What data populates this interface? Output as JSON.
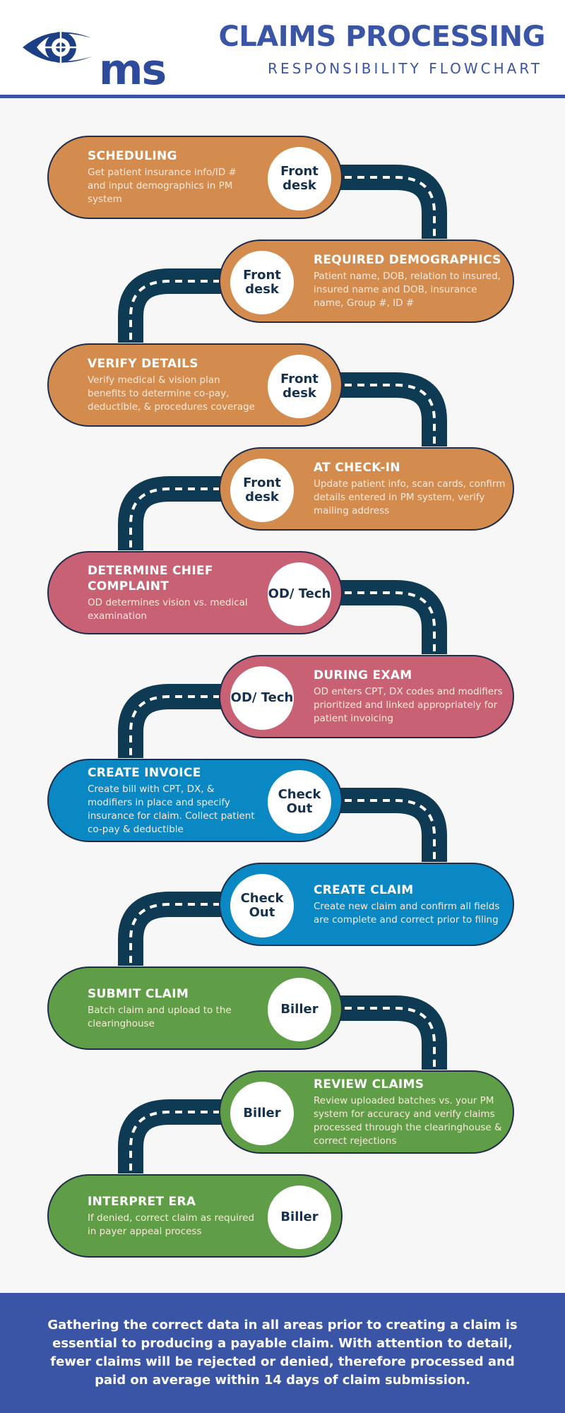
{
  "logo": {
    "text": "ms",
    "icon": "eye-target-icon"
  },
  "header": {
    "title": "CLAIMS PROCESSING",
    "subtitle": "RESPONSIBILITY FLOWCHART"
  },
  "steps": [
    {
      "title": "SCHEDULING",
      "desc": "Get patient insurance info/ID # and input demographics in PM system",
      "role": "Front desk"
    },
    {
      "title": "REQUIRED DEMOGRAPHICS",
      "desc": "Patient name, DOB, relation to insured, insured name and DOB, insurance name, Group #, ID #",
      "role": "Front desk"
    },
    {
      "title": "VERIFY DETAILS",
      "desc": "Verify medical & vision plan benefits to determine co-pay, deductible, & procedures coverage",
      "role": "Front desk"
    },
    {
      "title": "AT CHECK-IN",
      "desc": "Update patient info, scan cards, confirm details entered in PM system, verify mailing address",
      "role": "Front desk"
    },
    {
      "title": "DETERMINE CHIEF COMPLAINT",
      "desc": "OD determines vision vs. medical examination",
      "role": "OD/ Tech"
    },
    {
      "title": "DURING EXAM",
      "desc": "OD enters CPT, DX codes and modifiers prioritized and linked appropriately for patient invoicing",
      "role": "OD/ Tech"
    },
    {
      "title": "CREATE INVOICE",
      "desc": "Create bill with CPT, DX, & modifiers in place and specify insurance for claim. Collect patient co-pay & deductible",
      "role": "Check Out"
    },
    {
      "title": "CREATE CLAIM",
      "desc": "Create new claim and confirm all fields are complete and correct prior to filing",
      "role": "Check Out"
    },
    {
      "title": "SUBMIT CLAIM",
      "desc": "Batch claim and upload to the clearinghouse",
      "role": "Biller"
    },
    {
      "title": "REVIEW CLAIMS",
      "desc": "Review uploaded batches vs. your PM system for accuracy and verify claims processed through the clearinghouse & correct rejections",
      "role": "Biller"
    },
    {
      "title": "INTERPRET ERA",
      "desc": "If denied, correct claim as required in payer appeal process",
      "role": "Biller"
    }
  ],
  "footer": {
    "text": "Gathering the correct data in all areas prior to creating a claim is essential to producing a payable claim. With attention to detail, fewer claims will be rejected or denied, therefore processed and paid on average within 14 days of claim submission."
  },
  "colors": {
    "orange": "#d48c4e",
    "pink": "#c96175",
    "blue": "#0a88c4",
    "green": "#5f9e46",
    "road": "#0e3a54",
    "accent": "#3a55a6"
  }
}
